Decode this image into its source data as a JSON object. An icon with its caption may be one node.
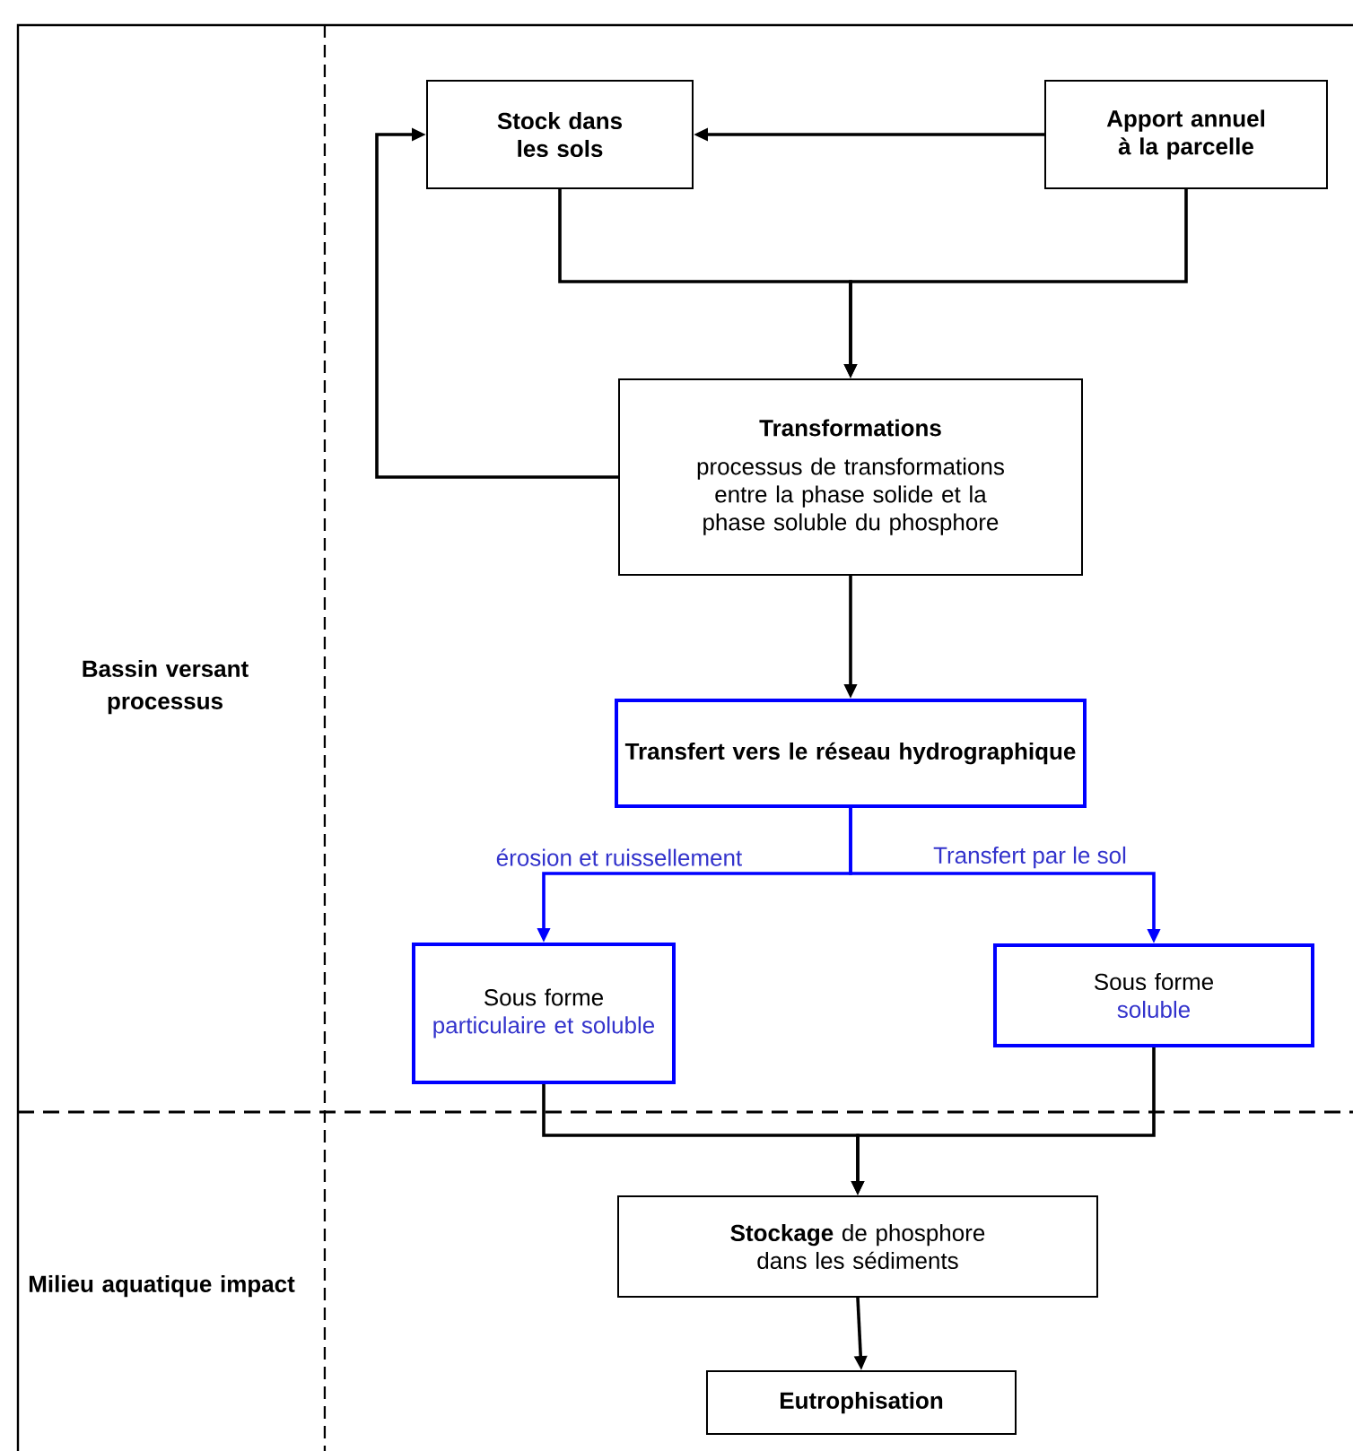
{
  "diagram": {
    "nodes": [
      {
        "text": [
          "Stock dans les sols"
        ]
      },
      {
        "text": [
          "Apport annuel à la parcelle"
        ]
      },
      {
        "text": [
          "Transformations",
          "processus de transformations entre la phase solide et la phase soluble du phosphore"
        ]
      },
      {
        "text": [
          "Transfert vers le réseau hydrographique"
        ]
      },
      {
        "text": [
          "Sous forme",
          "particulaire et soluble"
        ]
      },
      {
        "text": [
          "Sous forme",
          "soluble"
        ]
      },
      {
        "text": [
          "**Stockage** de phosphore dans les sédiments"
        ]
      },
      {
        "text": [
          "Eutrophisation"
        ]
      }
    ],
    "edges": [
      {
        "from": 1,
        "to": 0,
        "arrow": "to"
      },
      {
        "from": 0,
        "to": 2,
        "arrow": "to"
      },
      {
        "from": 1,
        "to": 2,
        "arrow": "to"
      },
      {
        "from": 2,
        "to": 0,
        "arrow": "to"
      },
      {
        "from": 2,
        "to": 3,
        "arrow": "to"
      },
      {
        "from": 3,
        "to": 4,
        "arrow": "to",
        "label": "érosion et ruissellement",
        "color": "#0000ff"
      },
      {
        "from": 3,
        "to": 5,
        "arrow": "to",
        "label": "Transfert par le sol",
        "color": "#0000ff"
      },
      {
        "from": 4,
        "to": 6,
        "arrow": "to"
      },
      {
        "from": 5,
        "to": 6,
        "arrow": "to"
      },
      {
        "from": 6,
        "to": 7,
        "arrow": "to"
      }
    ],
    "labels": [
      "Bassin versant processus",
      "Milieu aquatique impact"
    ]
  }
}
